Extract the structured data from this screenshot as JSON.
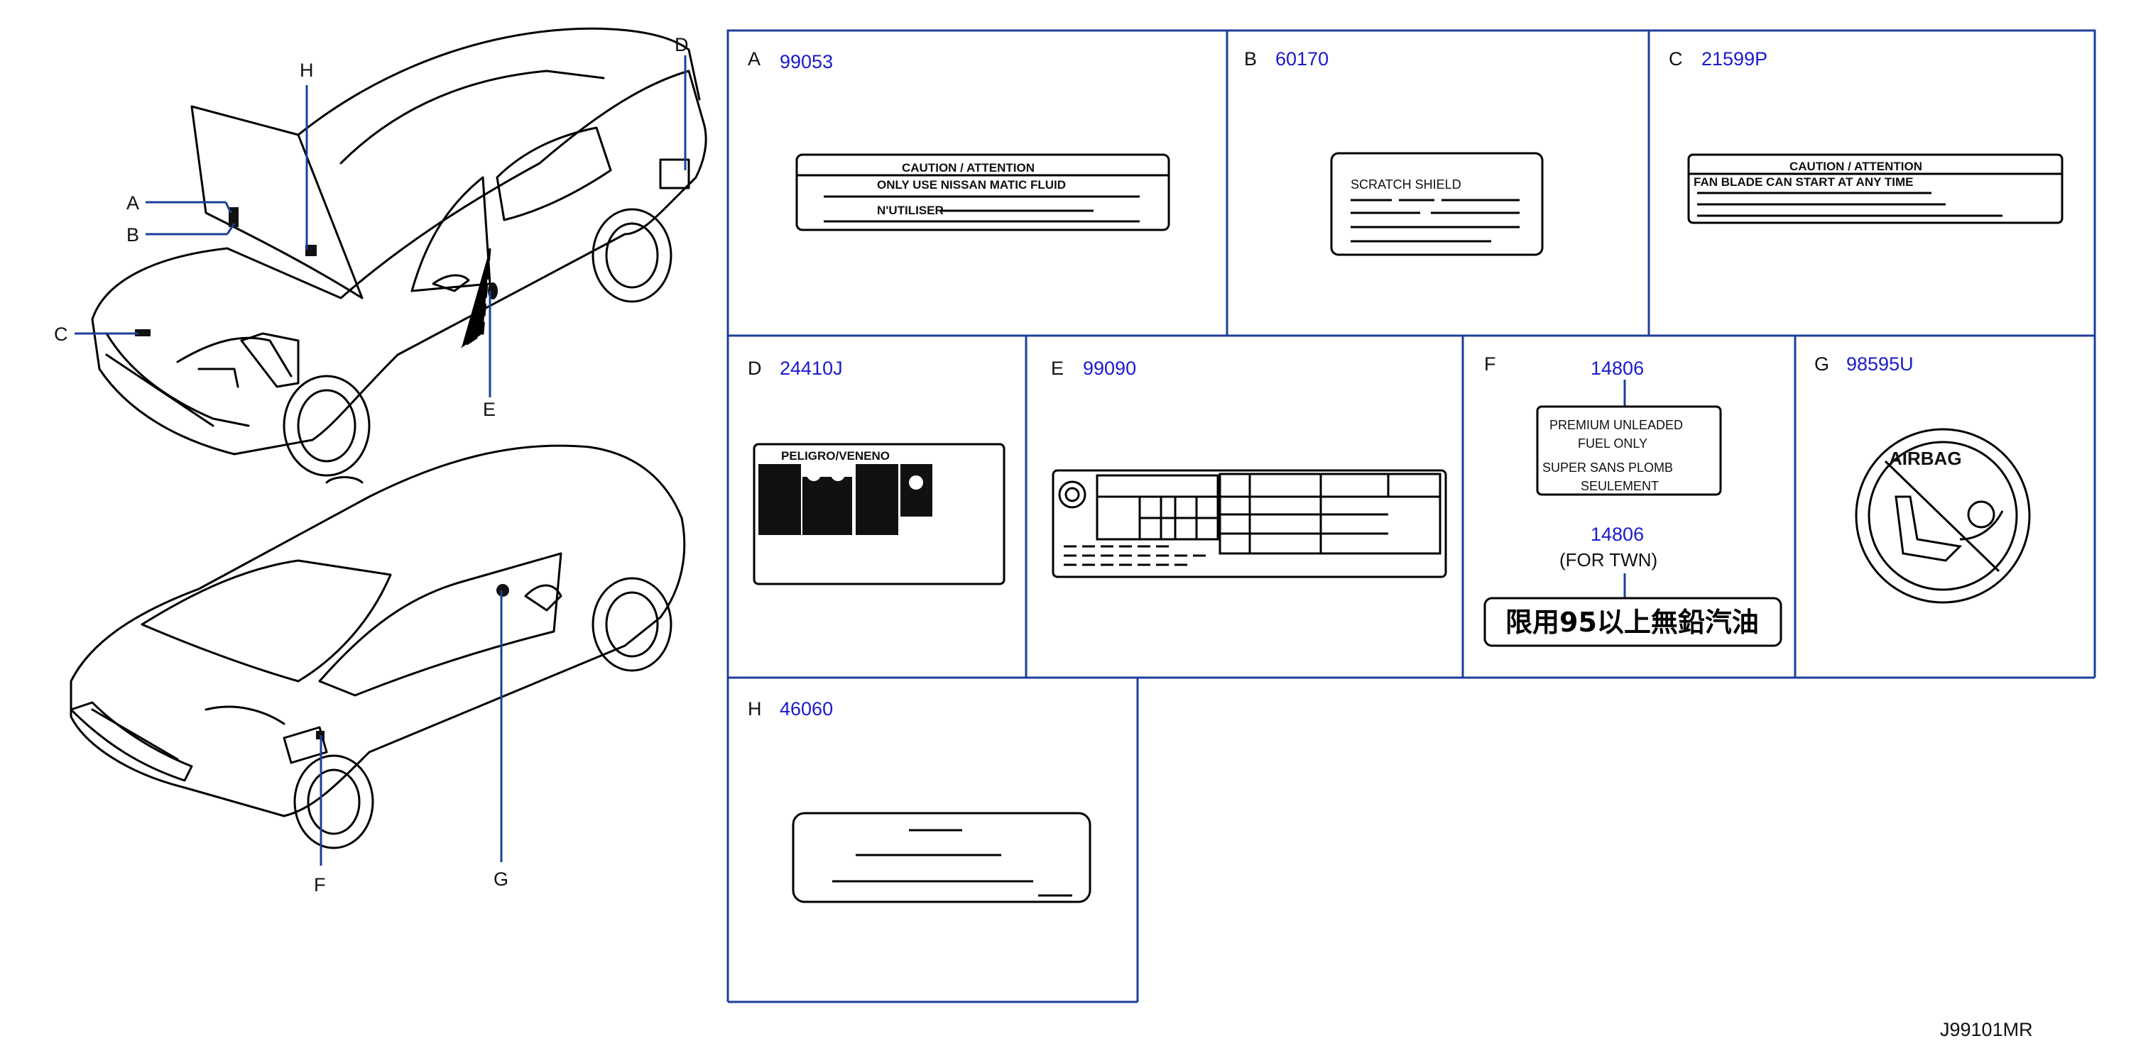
{
  "callouts": {
    "a": "A",
    "b": "B",
    "c": "C",
    "d": "D",
    "e": "E",
    "f": "F",
    "g": "G",
    "h": "H"
  },
  "cells": {
    "a": {
      "letter": "A",
      "code": "99053",
      "label": {
        "heading": "CAUTION / ATTENTION",
        "line1": "ONLY USE NISSAN MATIC FLUID",
        "line2": "N'UTILISER"
      }
    },
    "b": {
      "letter": "B",
      "code": "60170",
      "label": {
        "line1": "SCRATCH   SHIELD"
      }
    },
    "c": {
      "letter": "C",
      "code": "21599P",
      "label": {
        "heading": "CAUTION / ATTENTION",
        "line1": "FAN BLADE CAN START AT ANY TIME"
      }
    },
    "d": {
      "letter": "D",
      "code": "24410J",
      "label": {
        "heading": "PELIGRO/VENENO"
      }
    },
    "e": {
      "letter": "E",
      "code": "99090"
    },
    "f": {
      "letter": "F",
      "code": "14806",
      "code2": "14806",
      "note": "(FOR   TWN)",
      "label": {
        "row1": "PREMIUM    UNLEADED",
        "row2": "FUEL    ONLY",
        "row3": "SUPER    SANS    PLOMB",
        "row4": "SEULEMENT"
      },
      "label2": "限用95以上無鉛汽油"
    },
    "g": {
      "letter": "G",
      "code": "98595U",
      "label": {
        "word": "AIRBAG"
      }
    },
    "h": {
      "letter": "H",
      "code": "46060"
    }
  },
  "drawing_number": "J99101MR",
  "colors": {
    "frame": "#1c3f99",
    "code": "#1a1acc",
    "ink": "#000000"
  }
}
